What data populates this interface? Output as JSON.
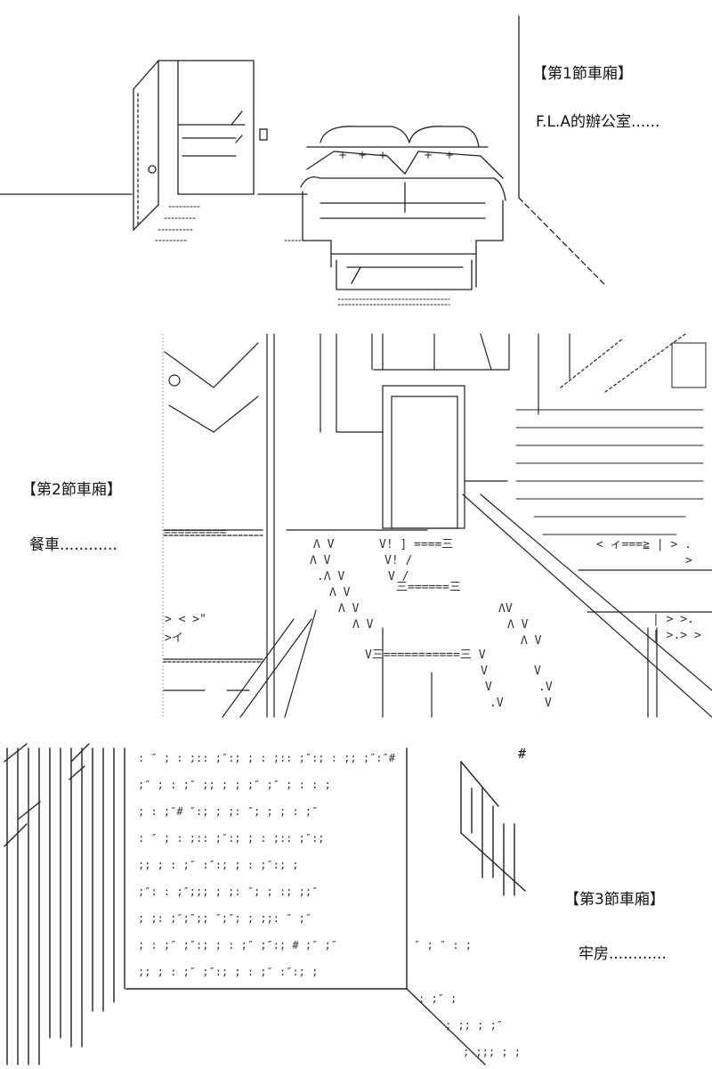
{
  "cars": [
    {
      "title": "【第1節車廂】",
      "description": "F.L.A的辦公室......"
    },
    {
      "title": "【第2節車廂】",
      "description": "餐車............"
    },
    {
      "title": "【第3節車廂】",
      "description": "牢房............"
    }
  ]
}
